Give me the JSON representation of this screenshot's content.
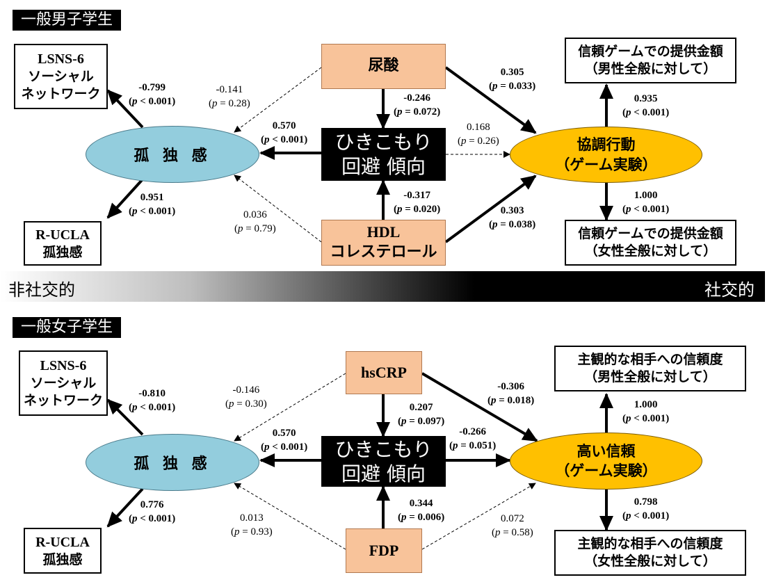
{
  "top": {
    "tag": "一般男子学生",
    "lsns": [
      "LSNS-6",
      "ソーシャル",
      "ネットワーク"
    ],
    "rucla": [
      "R-UCLA",
      "孤独感"
    ],
    "loneliness": "孤 独 感",
    "center": [
      "ひきこもり",
      "回避 傾向"
    ],
    "bio_top": "尿酸",
    "bio_bottom": [
      "HDL",
      "コレステロール"
    ],
    "outcome": [
      "協調行動",
      "（ゲーム実験）"
    ],
    "out_top": [
      "信頼ゲームでの提供金額",
      "（男性全般に対して）"
    ],
    "out_bottom": [
      "信頼ゲームでの提供金額",
      "（女性全般に対して）"
    ],
    "coefs": {
      "lsns": [
        "-0.799",
        "(p < 0.001)"
      ],
      "rucla": [
        "0.951",
        "(p < 0.001)"
      ],
      "bt_lon": [
        "-0.141",
        "(p = 0.28)"
      ],
      "bt_center": [
        "-0.246",
        "(p = 0.072)"
      ],
      "center_lon": [
        "0.570",
        "(p < 0.001)"
      ],
      "bt_out": [
        "0.305",
        "(p = 0.033)"
      ],
      "center_out": [
        "0.168",
        "(p = 0.26)"
      ],
      "bb_lon": [
        "0.036",
        "(p = 0.79)"
      ],
      "bb_center": [
        "-0.317",
        "(p = 0.020)"
      ],
      "bb_out": [
        "0.303",
        "(p = 0.038)"
      ],
      "out_top": [
        "0.935",
        "(p < 0.001)"
      ],
      "out_bottom": [
        "1.000",
        "(p < 0.001)"
      ]
    }
  },
  "bar": {
    "left": "非社交的",
    "right": "社交的"
  },
  "bottom": {
    "tag": "一般女子学生",
    "lsns": [
      "LSNS-6",
      "ソーシャル",
      "ネットワーク"
    ],
    "rucla": [
      "R-UCLA",
      "孤独感"
    ],
    "loneliness": "孤 独 感",
    "center": [
      "ひきこもり",
      "回避 傾向"
    ],
    "bio_top": "hsCRP",
    "bio_bottom": "FDP",
    "outcome": [
      "高い信頼",
      "（ゲーム実験）"
    ],
    "out_top": [
      "主観的な相手への信頼度",
      "（男性全般に対して）"
    ],
    "out_bottom": [
      "主観的な相手への信頼度",
      "（女性全般に対して）"
    ],
    "coefs": {
      "lsns": [
        "-0.810",
        "(p < 0.001)"
      ],
      "rucla": [
        "0.776",
        "(p < 0.001)"
      ],
      "bt_lon": [
        "-0.146",
        "(p = 0.30)"
      ],
      "bt_center": [
        "0.207",
        "(p = 0.097)"
      ],
      "center_lon": [
        "0.570",
        "(p < 0.001)"
      ],
      "bt_out": [
        "-0.306",
        "(p = 0.018)"
      ],
      "center_out": [
        "-0.266",
        "(p = 0.051)"
      ],
      "bb_lon": [
        "0.013",
        "(p = 0.93)"
      ],
      "bb_center": [
        "0.344",
        "(p = 0.006)"
      ],
      "bb_out": [
        "0.072",
        "(p = 0.58)"
      ],
      "out_top": [
        "1.000",
        "(p < 0.001)"
      ],
      "out_bottom": [
        "0.798",
        "(p < 0.001)"
      ]
    }
  }
}
